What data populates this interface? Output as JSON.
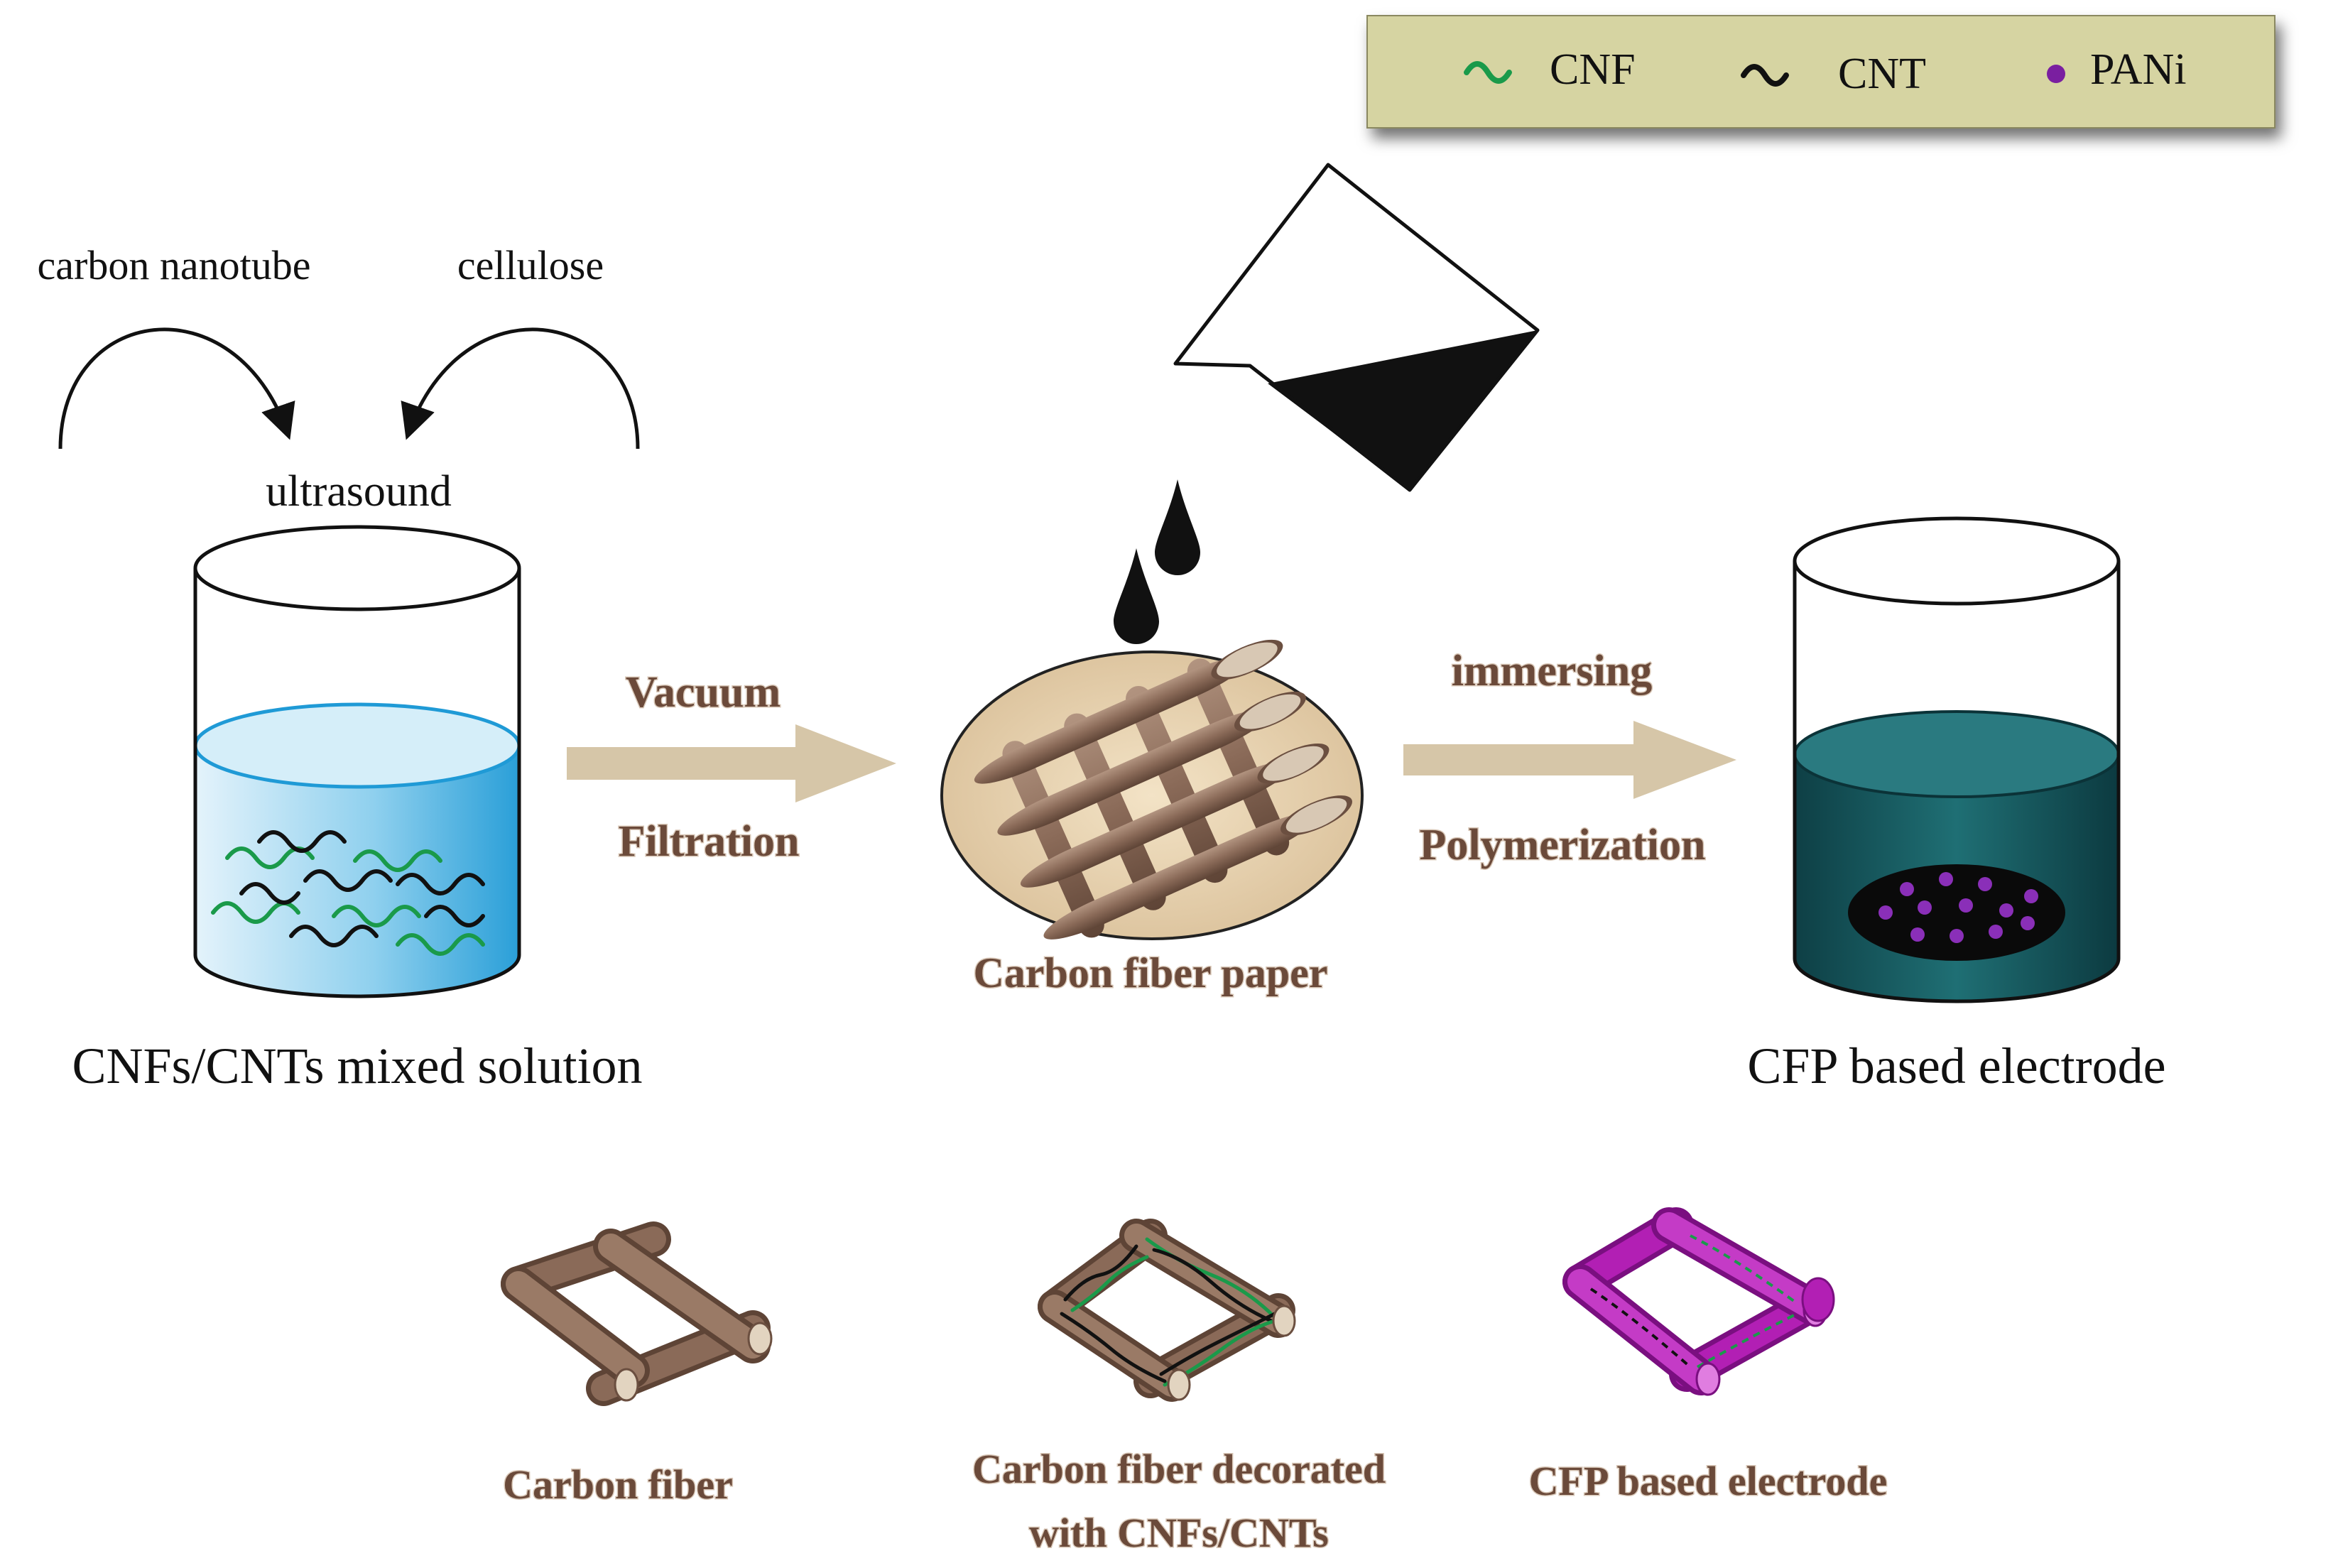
{
  "legend": {
    "items": [
      {
        "label": "CNF",
        "icon": "green-wave-icon"
      },
      {
        "label": "CNT",
        "icon": "black-wave-icon"
      },
      {
        "label": "PANi",
        "icon": "purple-dot-icon"
      }
    ]
  },
  "inputs": {
    "left": "carbon nanotube",
    "right": "cellulose",
    "process": "ultrasound"
  },
  "steps": {
    "step1_top": "Vacuum",
    "step1_bottom": "Filtration",
    "paper_label": "Carbon fiber paper",
    "step2_top": "immersing",
    "step2_bottom": "Polymerization"
  },
  "beakers": {
    "left_label": "CNFs/CNTs mixed solution",
    "right_label": "CFP based electrode"
  },
  "bottom_row": {
    "fiber": "Carbon fiber",
    "decorated_line1": "Carbon fiber decorated",
    "decorated_line2": "with CNFs/CNTs",
    "electrode": "CFP based electrode"
  },
  "colors": {
    "cnf": "#1a9a4a",
    "cnt": "#111111",
    "pani": "#7a1fa0",
    "fiber": "#8a6a58",
    "arrow": "#d6c6a8",
    "legend_bg": "#d6d4a2",
    "label_brown": "#6b4a3a"
  }
}
